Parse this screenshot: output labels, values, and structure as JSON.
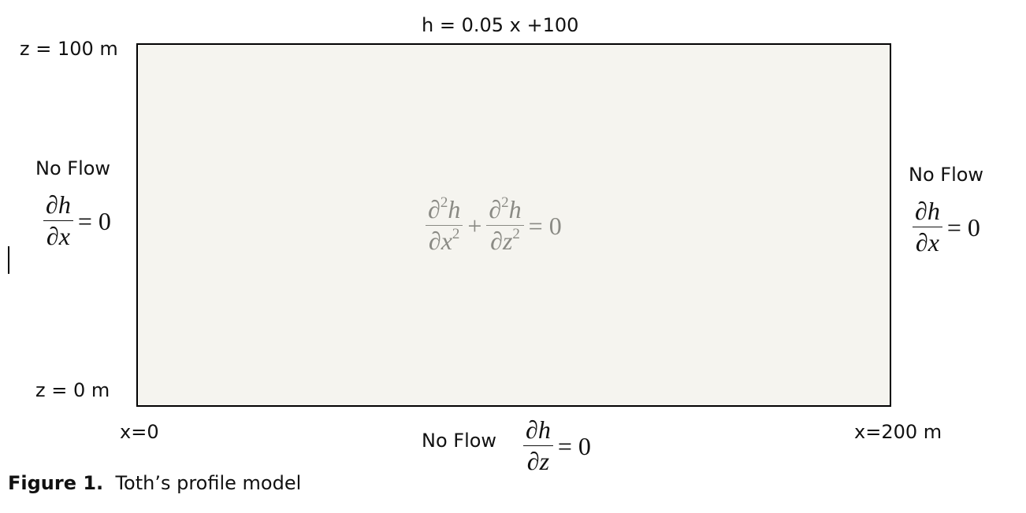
{
  "top_label": "h = 0.05  x +100",
  "z_top_label": "z = 100  m",
  "z_bottom_label": "z = 0 m",
  "x_left_label": "x=0",
  "x_right_label": "x=200  m",
  "left_boundary": {
    "title": "No Flow",
    "numerator": "h",
    "denominator": "x",
    "rhs": "= 0"
  },
  "right_boundary": {
    "title": "No Flow",
    "numerator": "h",
    "denominator": "x",
    "rhs": "= 0"
  },
  "bottom_boundary": {
    "title": "No Flow",
    "numerator": "h",
    "denominator": "z",
    "rhs": "= 0"
  },
  "governing_equation": {
    "term1_numerator": "h",
    "term1_denominator": "x",
    "term2_numerator": "h",
    "term2_denominator": "z",
    "power": "2",
    "plus": "+",
    "rhs": "= 0"
  },
  "caption": {
    "figure_number": "Figure 1.",
    "text": "Toth’s profile model"
  },
  "colors": {
    "domain_fill": "#f5f4ef",
    "domain_border": "#000000",
    "equation_gray": "#8a8a84"
  }
}
